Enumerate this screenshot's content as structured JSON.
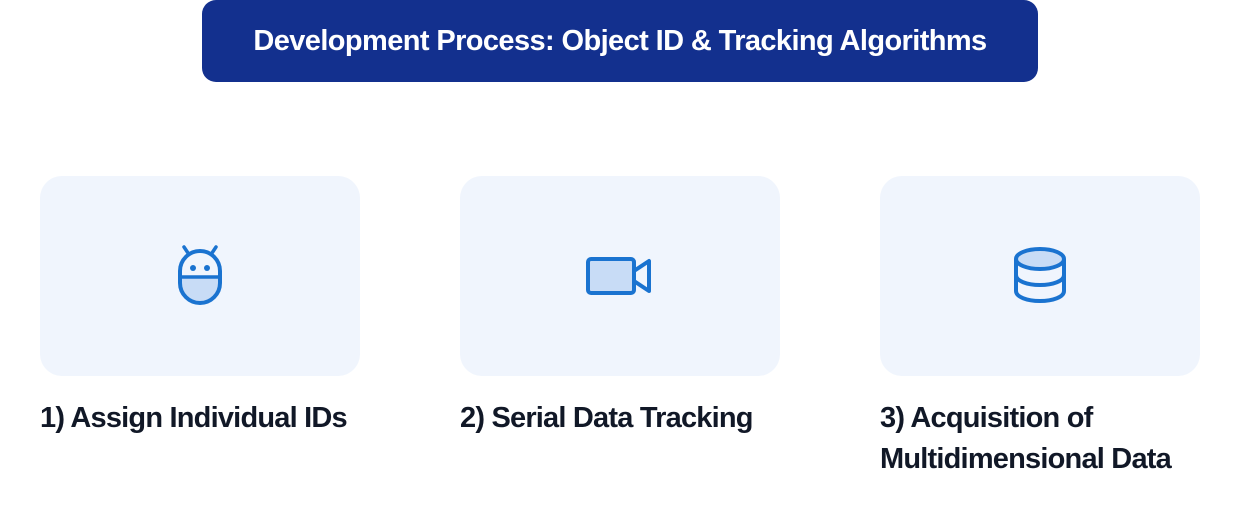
{
  "title": "Development Process: Object ID & Tracking Algorithms",
  "colors": {
    "title_background": "#13308e",
    "card_background": "#f0f5fd",
    "icon_stroke": "#1a73d0",
    "icon_fill": "#c8dcf6"
  },
  "steps": [
    {
      "label": "1) Assign Individual IDs",
      "icon": "robot-icon"
    },
    {
      "label": "2) Serial Data Tracking",
      "icon": "video-camera-icon"
    },
    {
      "label": "3) Acquisition of Multidimensional Data",
      "icon": "database-icon"
    }
  ]
}
